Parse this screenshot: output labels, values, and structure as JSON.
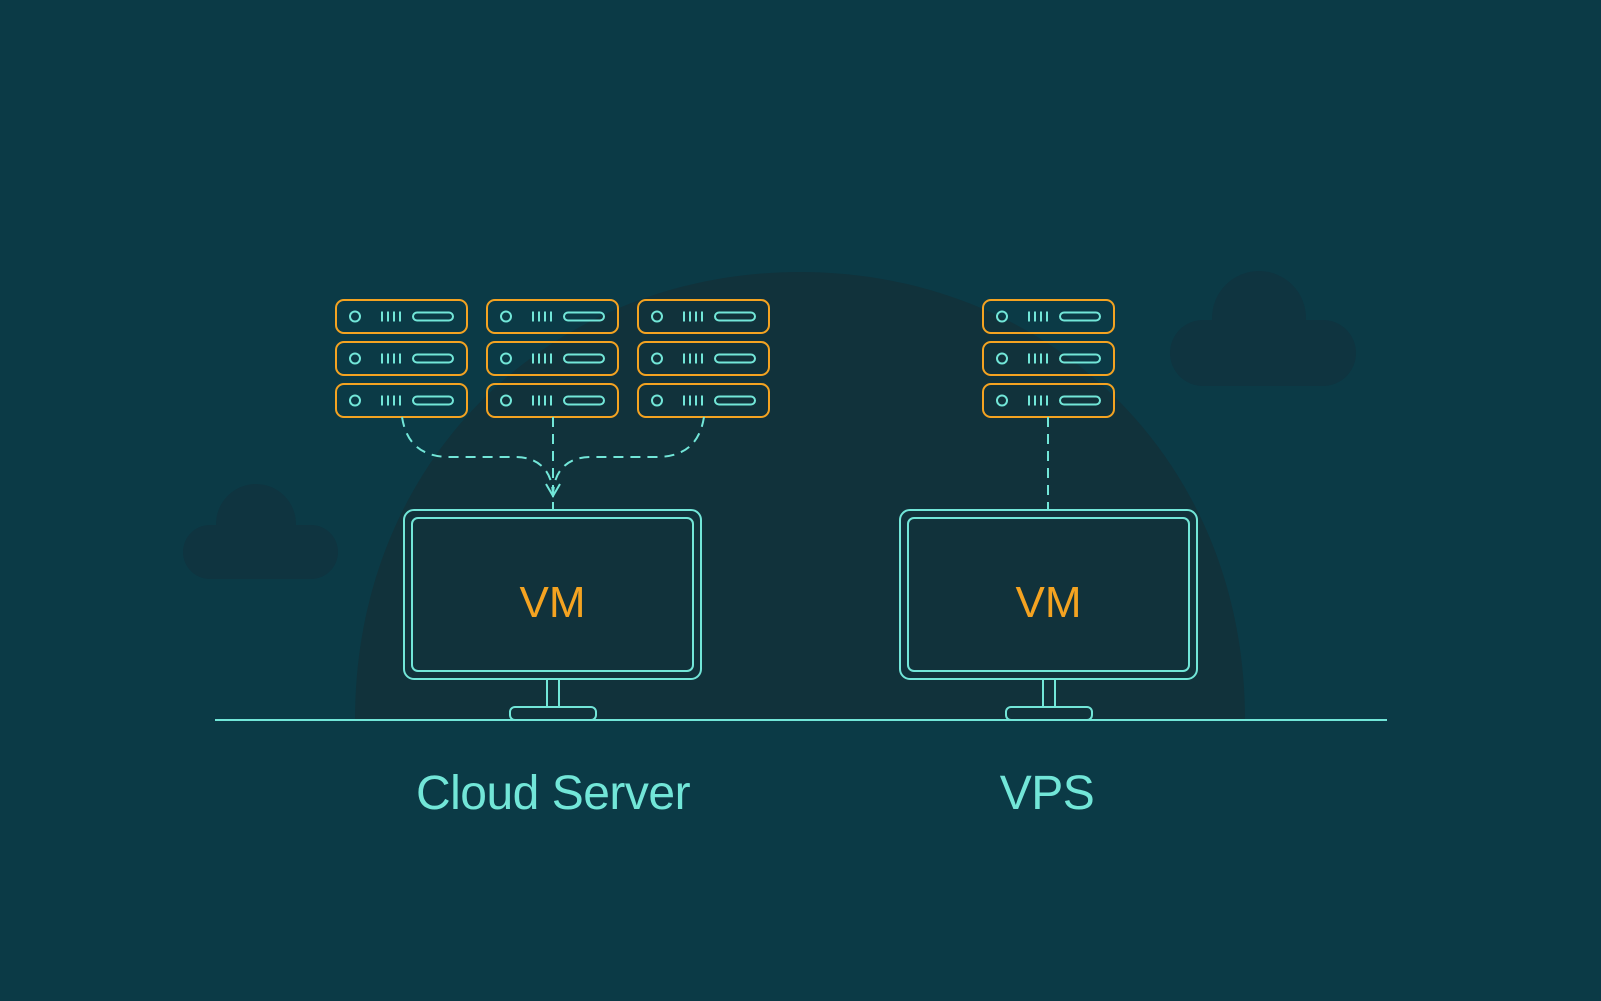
{
  "colors": {
    "background": "#0b3a46",
    "hill": "#11323b",
    "cloud": "#0f3440",
    "accent_teal": "#72e6d8",
    "accent_orange": "#f4a321"
  },
  "left_system": {
    "caption": "Cloud Server",
    "monitor_label": "VM",
    "server_racks": 3
  },
  "right_system": {
    "caption": "VPS",
    "monitor_label": "VM",
    "server_racks": 1
  },
  "icons": [
    "cloud-icon",
    "server-rack-icon",
    "monitor-icon"
  ]
}
